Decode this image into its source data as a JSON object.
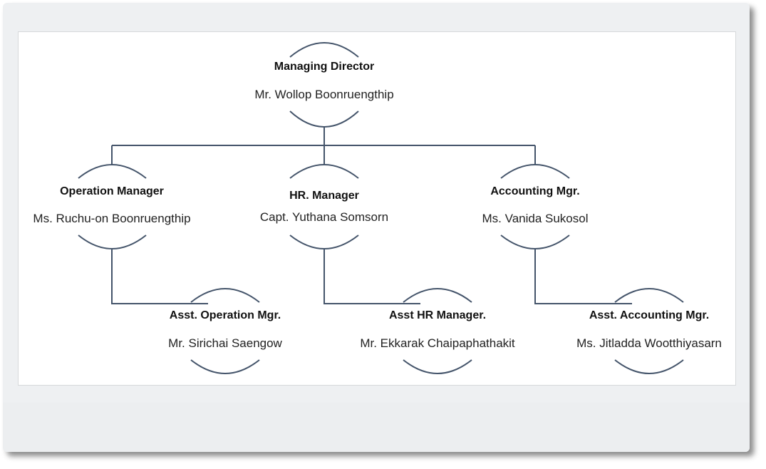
{
  "colors": {
    "line": "#44546a",
    "background": "#eef0f2",
    "canvas": "#ffffff"
  },
  "org_chart": {
    "managing_director": {
      "title": "Managing Director",
      "name": "Mr. Wollop Boonruengthip"
    },
    "operation_manager": {
      "title": "Operation Manager",
      "name": "Ms. Ruchu-on Boonruengthip"
    },
    "hr_manager": {
      "title": "HR. Manager",
      "name": "Capt. Yuthana Somsorn"
    },
    "accounting_manager": {
      "title": "Accounting Mgr.",
      "name": "Ms. Vanida Sukosol"
    },
    "asst_operation_manager": {
      "title": "Asst. Operation Mgr.",
      "name": "Mr. Sirichai Saengow"
    },
    "asst_hr_manager": {
      "title": "Asst HR Manager.",
      "name": "Mr. Ekkarak Chaipaphathakit"
    },
    "asst_accounting_manager": {
      "title": "Asst. Accounting Mgr.",
      "name": "Ms. Jitladda Wootthiyasarn"
    }
  }
}
